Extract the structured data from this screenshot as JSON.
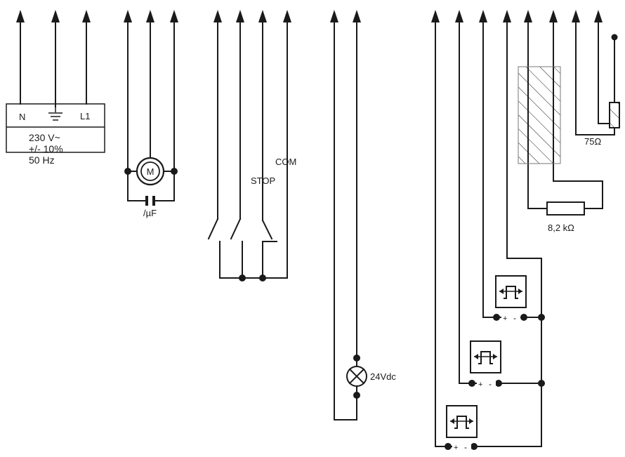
{
  "supply": {
    "terminal_n": "N",
    "terminal_l1": "L1",
    "voltage": "230 V~",
    "tolerance": "+/- 10%",
    "frequency": "50 Hz"
  },
  "motor": {
    "symbol": "M",
    "capacitor": "/µF"
  },
  "controls": {
    "stop": "STOP",
    "com": "COM"
  },
  "lamp": {
    "voltage": "24Vdc"
  },
  "resistors": {
    "r_75": "75Ω",
    "r_8k2": "8,2 kΩ"
  },
  "photocells": {
    "plus": "+",
    "minus": "-"
  },
  "colors": {
    "line": "#1a1a1a",
    "background": "#ffffff"
  }
}
